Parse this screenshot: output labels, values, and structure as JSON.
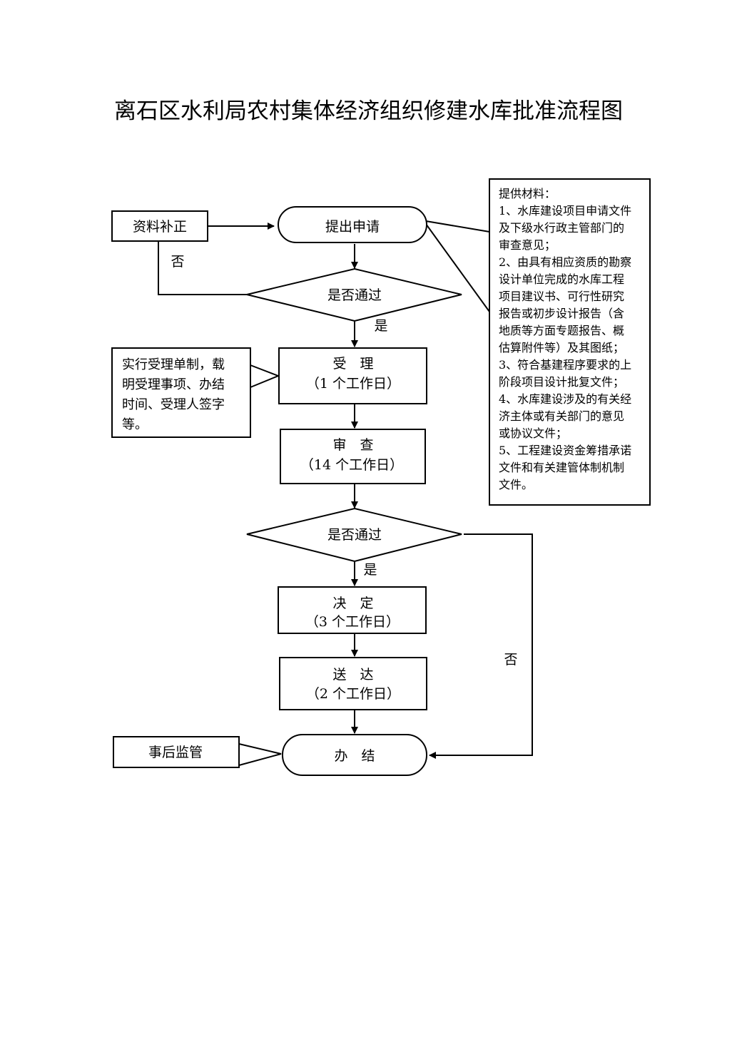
{
  "title": "离石区水利局农村集体经济组织修建水库批准流程图",
  "nodes": {
    "supplement": "资料补正",
    "apply": "提出申请",
    "pass1": "是否通过",
    "accept": "受　理",
    "accept_days": "（1 个工作日）",
    "review": "审　查",
    "review_days": "（14 个工作日）",
    "pass2": "是否通过",
    "decide": "决　定",
    "decide_days": "（3 个工作日）",
    "deliver": "送　达",
    "deliver_days": "（2 个工作日）",
    "finish": "办　结",
    "supervise": "事后监管"
  },
  "edges": {
    "no1": "否",
    "yes1": "是",
    "yes2": "是",
    "no2": "否"
  },
  "accept_note": [
    "实行受理单制，载",
    "明受理事项、办结",
    "时间、受理人签字",
    "等。"
  ],
  "materials": [
    "提供材料：",
    "1、水库建设项目申请文件",
    "及下级水行政主管部门的",
    "审查意见；",
    "2、由具有相应资质的勘察",
    "设计单位完成的水库工程",
    "项目建议书、可行性研究",
    "报告或初步设计报告（含",
    "地质等方面专题报告、概",
    "估算附件等）及其图纸；",
    "3、符合基建程序要求的上",
    "阶段项目设计批复文件；",
    "4、水库建设涉及的有关经",
    "济主体或有关部门的意见",
    "或协议文件；",
    "5、工程建设资金筹措承诺",
    "文件和有关建管体制机制",
    "文件。"
  ]
}
